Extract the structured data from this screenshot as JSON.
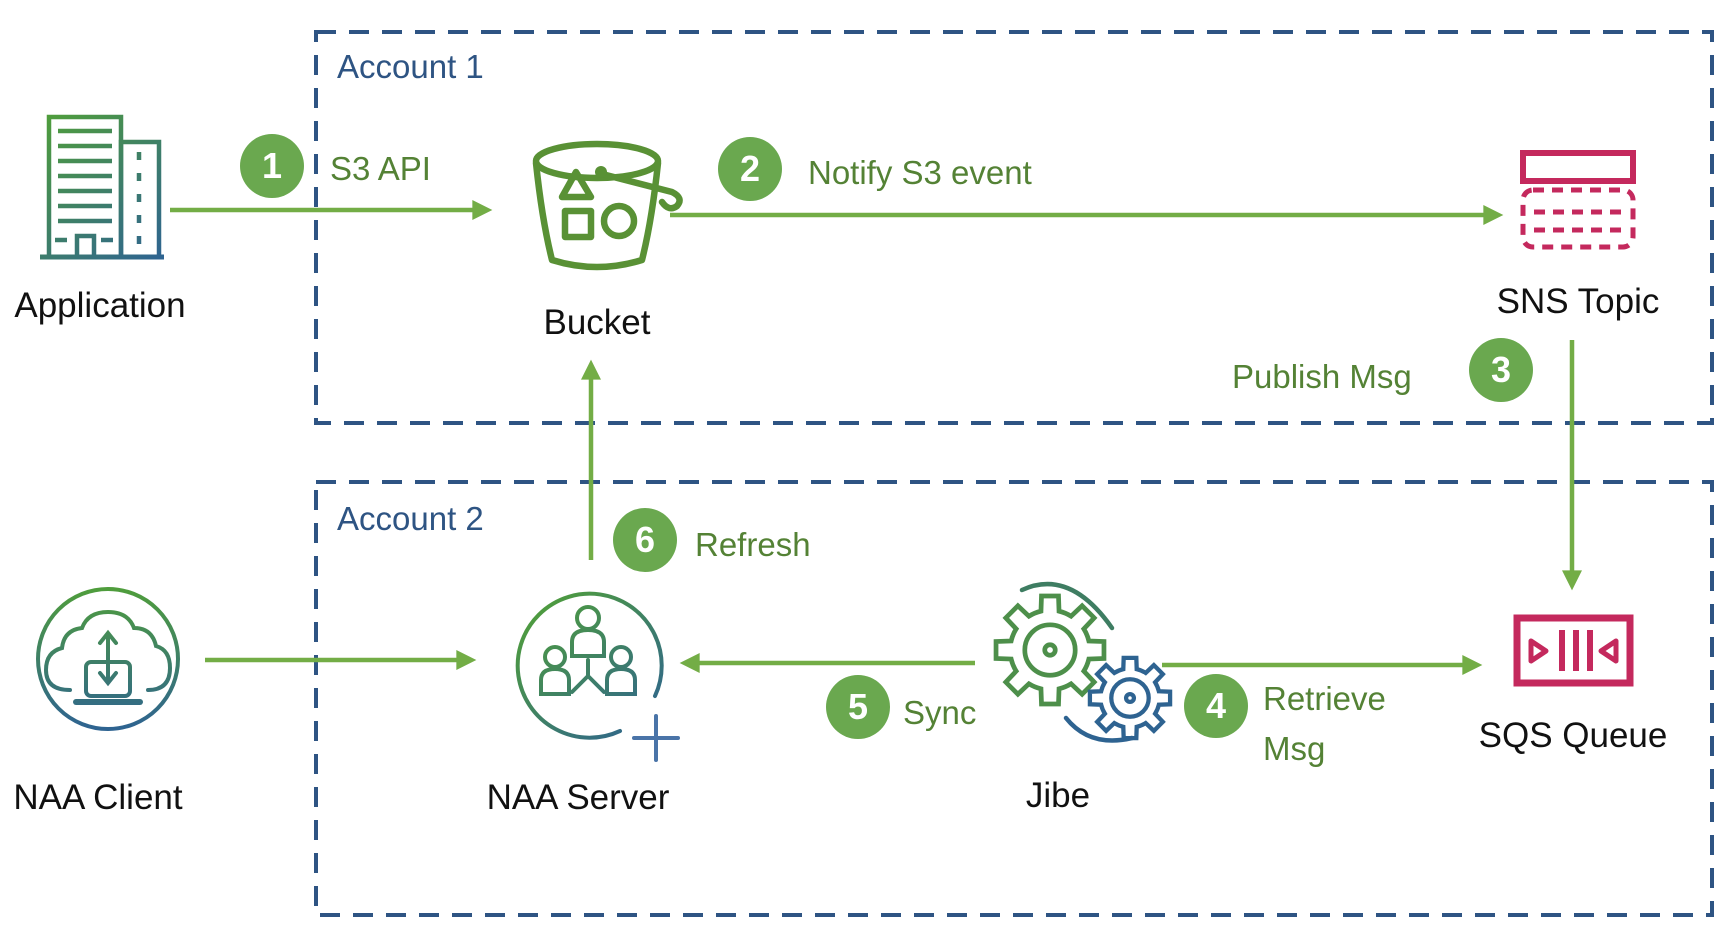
{
  "accounts": [
    {
      "label": "Account 1"
    },
    {
      "label": "Account 2"
    }
  ],
  "nodes": {
    "application": {
      "label": "Application",
      "icon": "building-icon"
    },
    "bucket": {
      "label": "Bucket",
      "icon": "s3-bucket-icon"
    },
    "sns_topic": {
      "label": "SNS Topic",
      "icon": "sns-topic-icon"
    },
    "sqs_queue": {
      "label": "SQS Queue",
      "icon": "sqs-queue-icon"
    },
    "naa_client": {
      "label": "NAA Client",
      "icon": "cloud-laptop-icon"
    },
    "naa_server": {
      "label": "NAA Server",
      "icon": "user-group-icon"
    },
    "jibe": {
      "label": "Jibe",
      "icon": "gears-icon"
    }
  },
  "steps": [
    {
      "num": "1",
      "label": "S3 API"
    },
    {
      "num": "2",
      "label": "Notify S3 event"
    },
    {
      "num": "3",
      "label": "Publish Msg"
    },
    {
      "num": "4",
      "label_line1": "Retrieve",
      "label_line2": "Msg"
    },
    {
      "num": "5",
      "label": "Sync"
    },
    {
      "num": "6",
      "label": "Refresh"
    }
  ],
  "colors": {
    "badge_green": "#6aa84f",
    "arrow_green": "#73ad46",
    "text_green": "#548235",
    "navy": "#2e5483",
    "crimson": "#c4295d",
    "icon_gradient_start": "#4f9d3c",
    "icon_gradient_end": "#2e6391",
    "label_black": "#111111"
  }
}
